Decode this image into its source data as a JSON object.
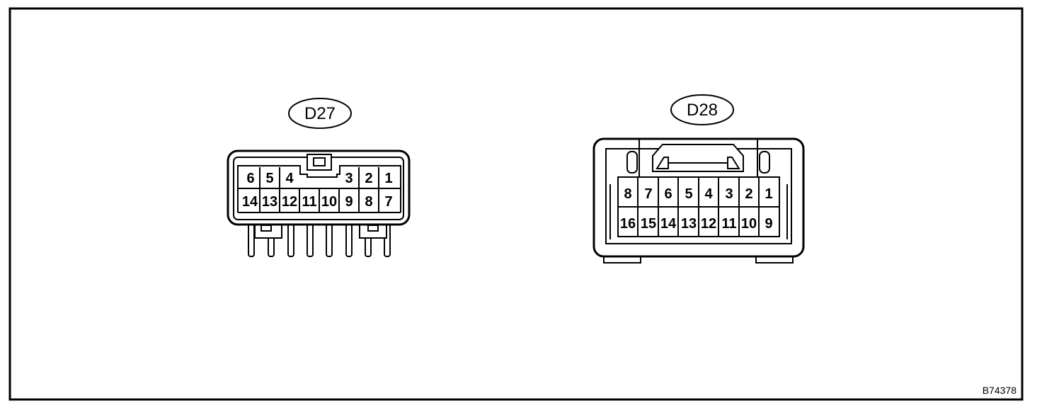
{
  "figure_code": "B74378",
  "connectors": [
    {
      "id": "D27",
      "top_row": [
        "6",
        "5",
        "4",
        "3",
        "2",
        "1"
      ],
      "bottom_row": [
        "14",
        "13",
        "12",
        "11",
        "10",
        "9",
        "8",
        "7"
      ]
    },
    {
      "id": "D28",
      "top_row": [
        "8",
        "7",
        "6",
        "5",
        "4",
        "3",
        "2",
        "1"
      ],
      "bottom_row": [
        "16",
        "15",
        "14",
        "13",
        "12",
        "11",
        "10",
        "9"
      ]
    }
  ]
}
